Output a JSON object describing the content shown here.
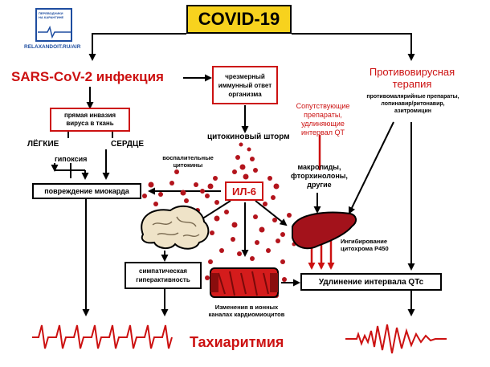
{
  "logo": {
    "text_top": "ПЕРЕВОДЧИКИ\nНА КАРАНТИНЕ",
    "site": "RELAXANDOIT.RU/AIR"
  },
  "title": "COVID-19",
  "nodes": {
    "infection": "SARS-CoV-2 инфекция",
    "immune": "чрезмерный\nиммунный ответ\nорганизма",
    "antiviral_title": "Противовирусная\nтерапия",
    "antiviral_drugs": "противомалярийные препараты,\nлопинавир/ритонавир,\nазитромицин",
    "direct_invasion": "прямая инвазия\nвируса в ткань",
    "lungs": "ЛЁГКИЕ",
    "heart": "СЕРДЦЕ",
    "hypoxia": "гипоксия",
    "cytokine_storm": "цитокиновый шторм",
    "inflammatory_cytokines": "воспалительные\nцитокины",
    "concomitant": "Сопутствующие\nпрепараты, удлиняющие\nинтервал QT",
    "macrolides": "макролиды,\nфторхинолоны,\nдругие",
    "myocardium": "повреждение миокарда",
    "il6": "ИЛ-6",
    "cyp_inhibition": "Ингибирование\nцитохрома Р450",
    "sympathetic": "симпатическая\nгиперактивность",
    "ion_channels": "Изменения в ионных\nканалах кардиомиоцитов",
    "qtc": "Удлинение интервала QTc",
    "tachyarrhythmia": "Тахиаритмия"
  },
  "colors": {
    "accent_red": "#cc1111",
    "title_yellow": "#f7d21e",
    "dot_red": "#b3141c",
    "liver": "#a3121b",
    "brain": "#efe3c8"
  }
}
